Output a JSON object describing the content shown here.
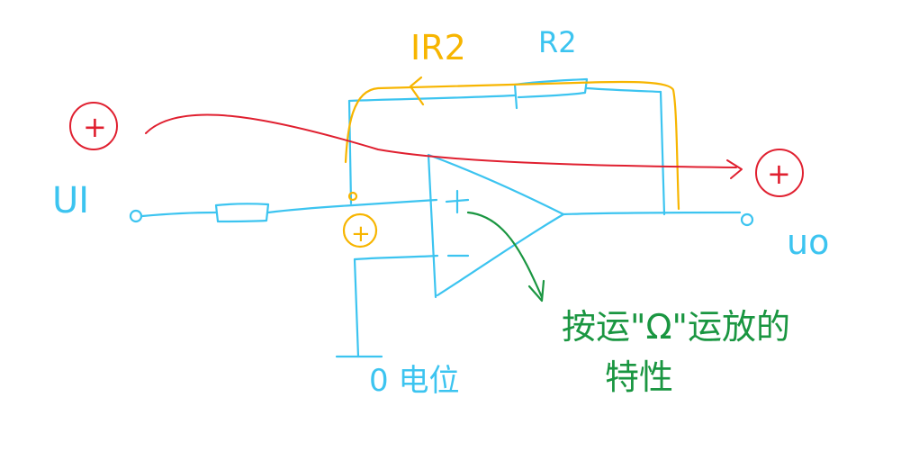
{
  "colors": {
    "circuit": "#3cc4f0",
    "current": "#f7b500",
    "signal": "#e02030",
    "note": "#1a9641",
    "background": "#ffffff"
  },
  "labels": {
    "input_voltage": "UI",
    "output_voltage": "uo",
    "resistor_r2": "R2",
    "current_ir2": "IR2",
    "plus_input": "+",
    "minus_input": "-",
    "node_polarity": "+",
    "input_polarity": "+",
    "output_polarity": "+",
    "ground_note": "0 电位",
    "note_line1": "按运\"Ω\"运放的",
    "note_line2": "特性"
  }
}
